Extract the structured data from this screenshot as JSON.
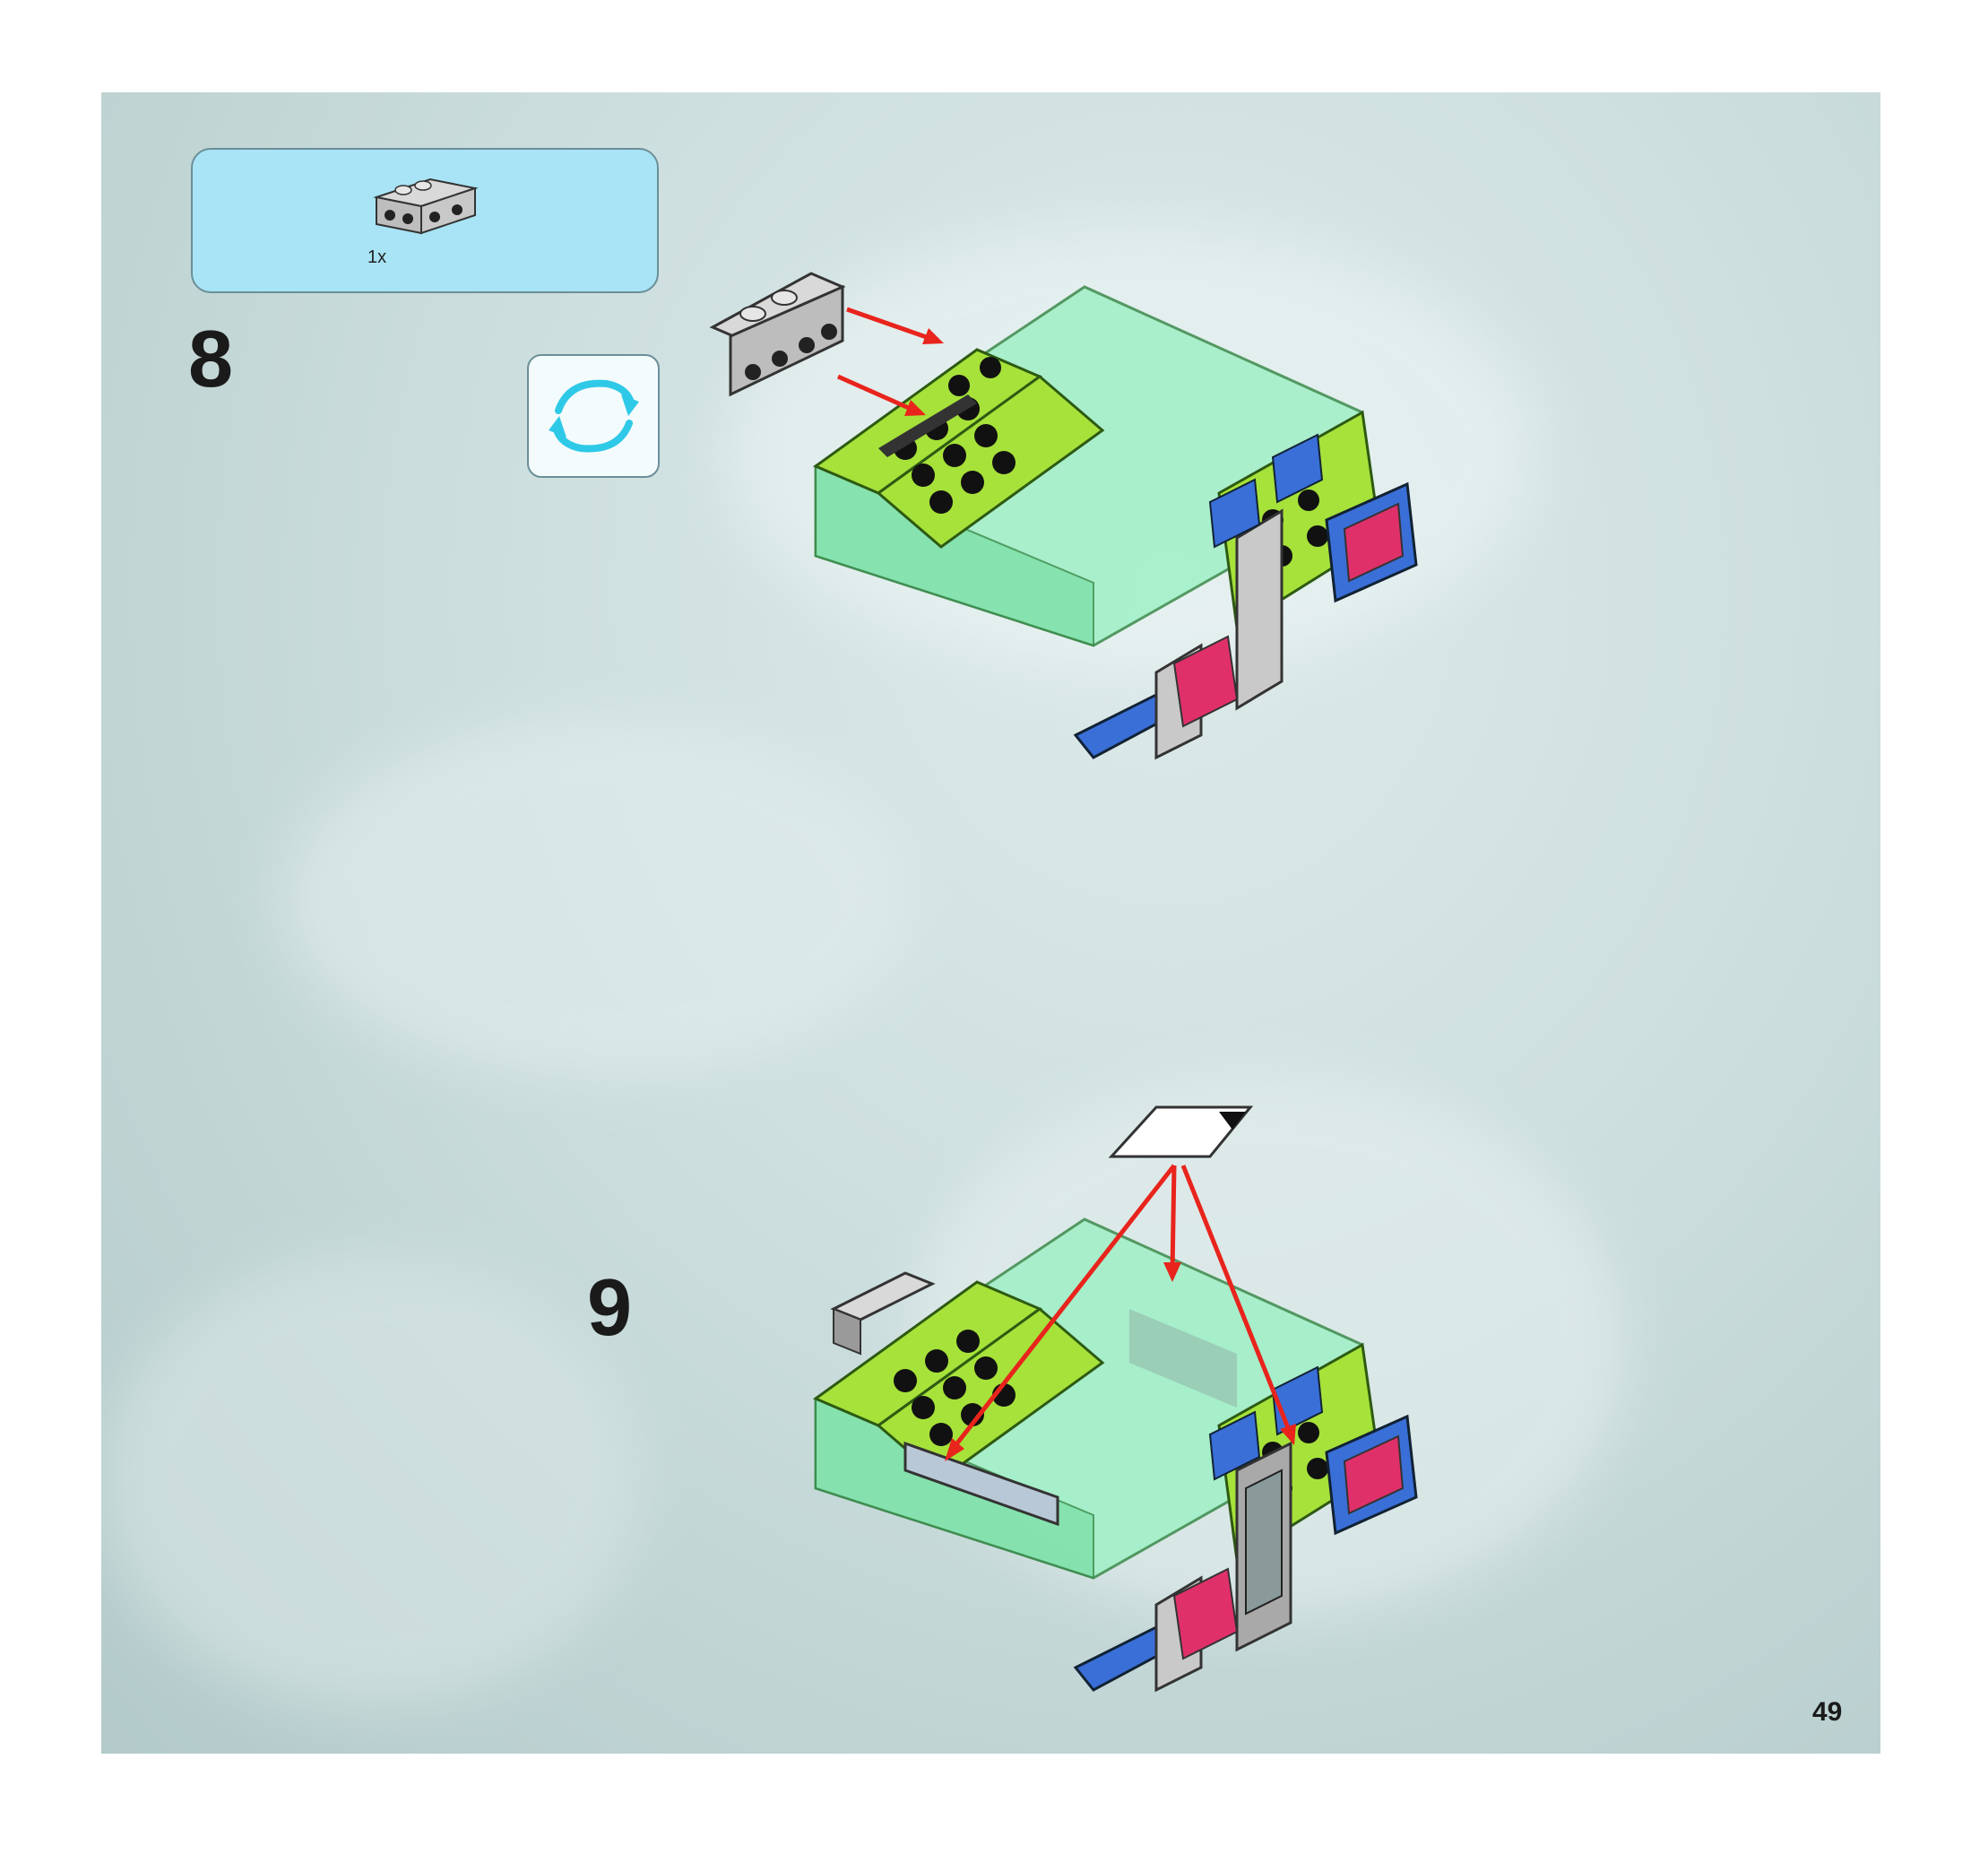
{
  "parts_callout": {
    "quantity": "1x",
    "part_icon": "gray-bracket-1x2-2x4-icon"
  },
  "steps": [
    {
      "number": "8"
    },
    {
      "number": "9"
    }
  ],
  "rotate_indicator": {
    "icon": "rotate-arrows-icon"
  },
  "page": {
    "number": "49"
  },
  "colors": {
    "lime_green": "#a6e23a",
    "transparent_green": "#9ff0c6",
    "blue": "#3a6fd8",
    "trans_pink": "#e0306a",
    "light_gray": "#c9c9c9",
    "dark_gray": "#6b6b6b",
    "arrow_red": "#e8241c",
    "callout_blue": "#a8e4f5",
    "rotate_cyan": "#2fc9e8"
  }
}
